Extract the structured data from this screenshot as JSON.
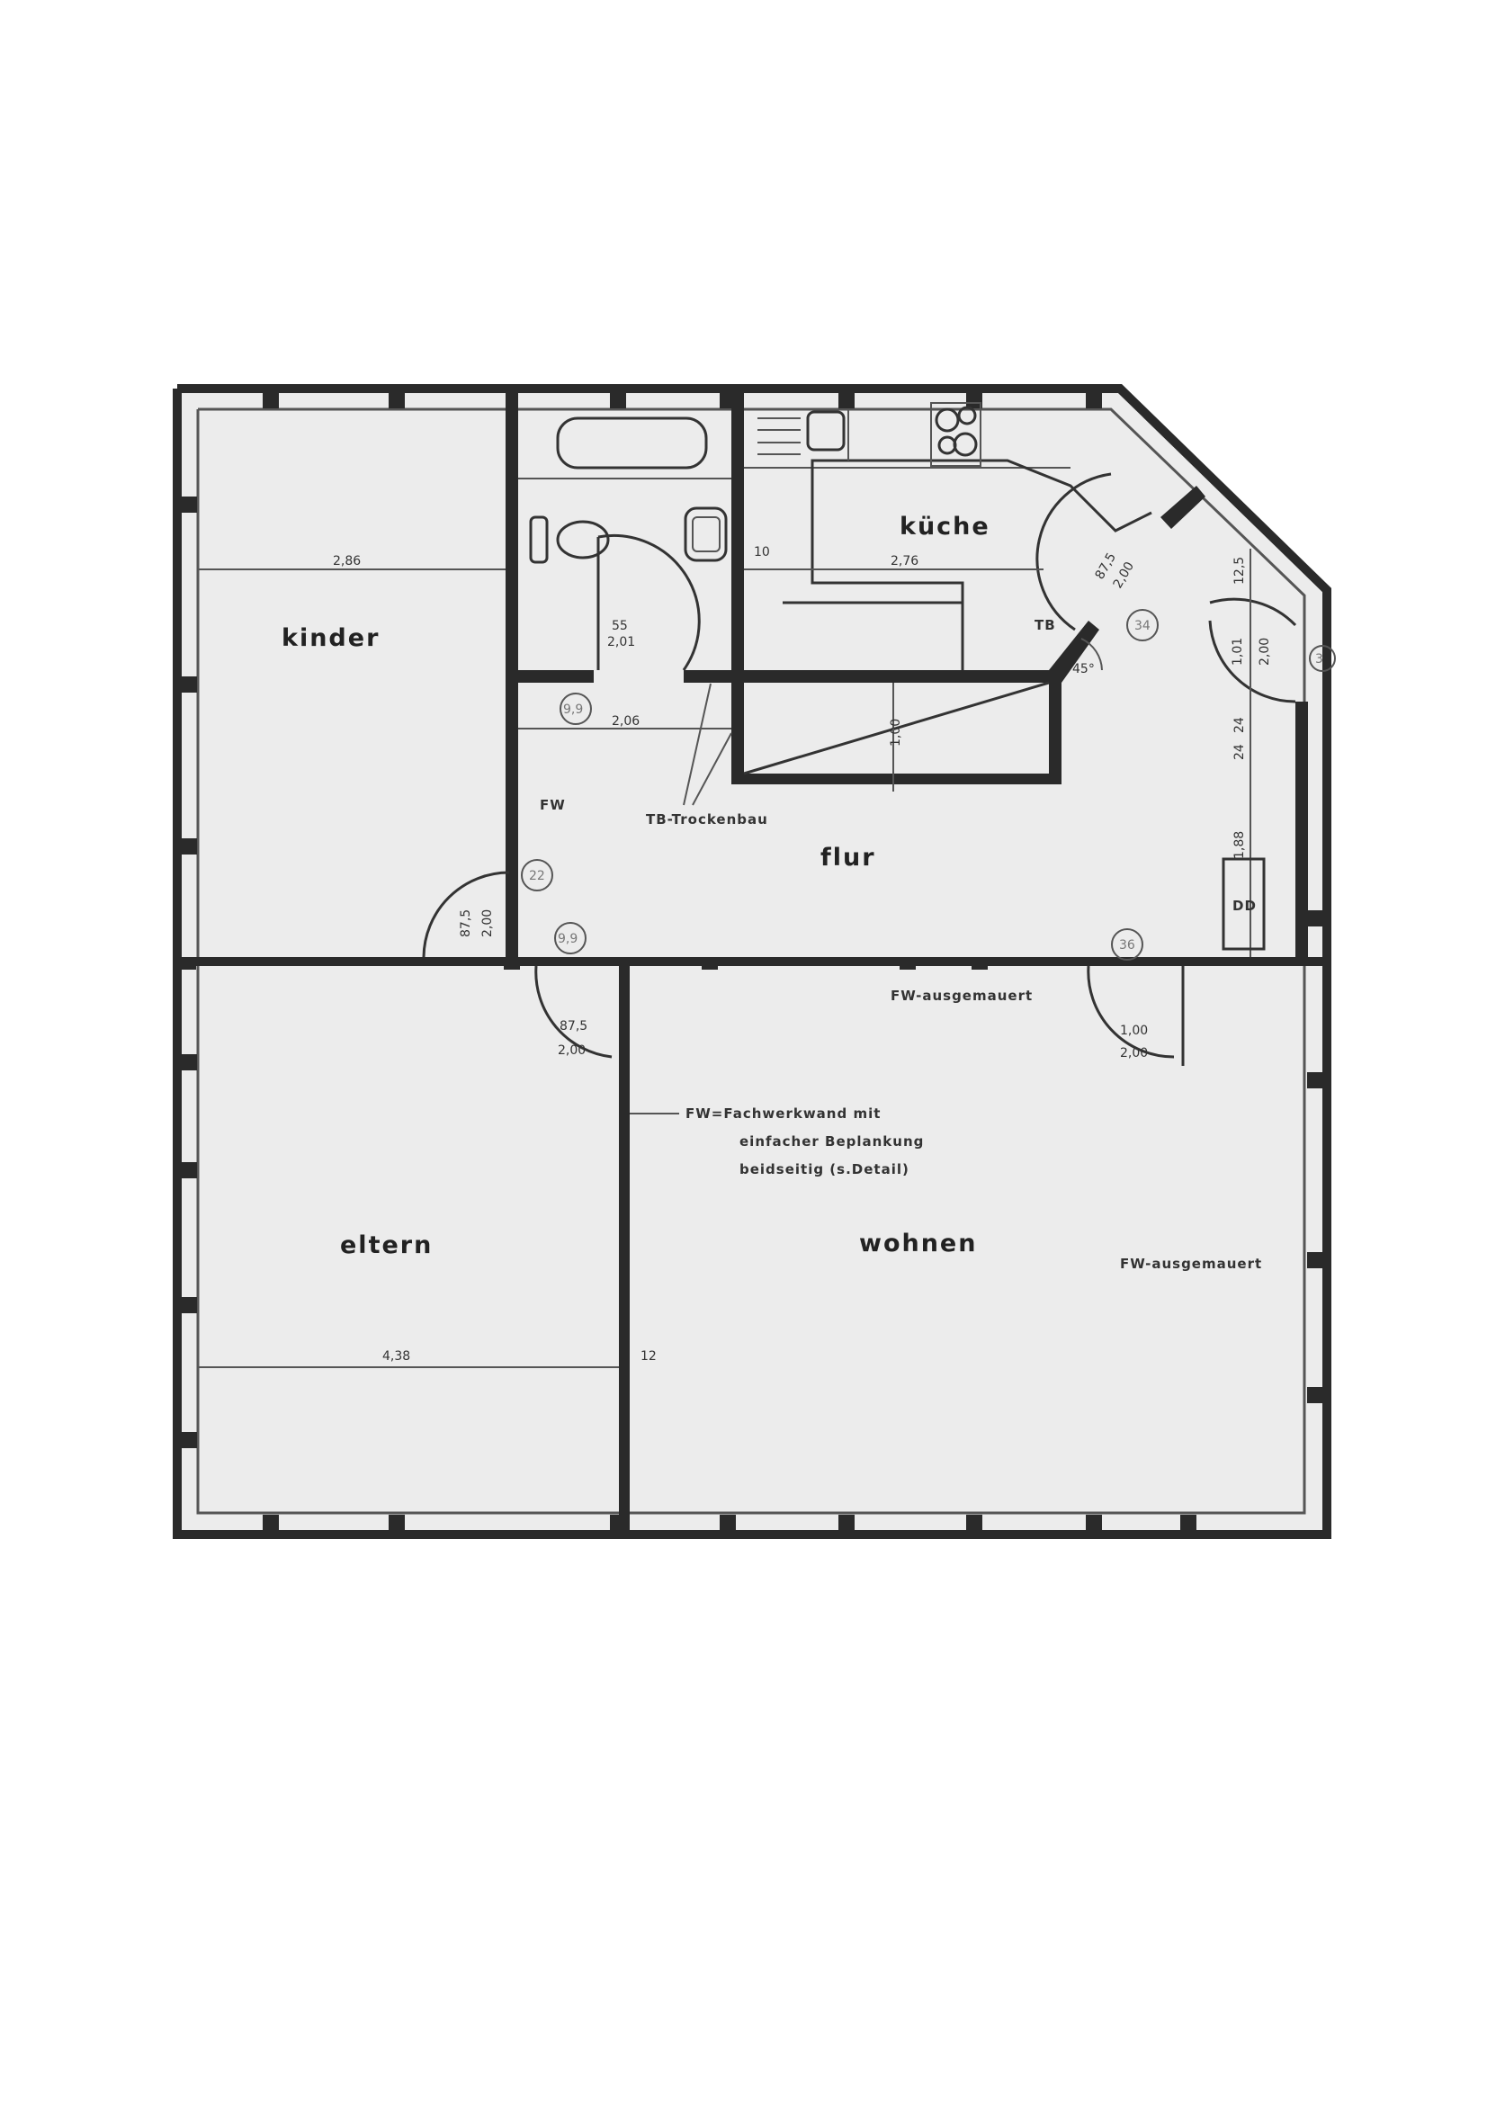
{
  "rooms": {
    "kinder": "kinder",
    "kueche": "küche",
    "flur": "flur",
    "eltern": "eltern",
    "wohnen": "wohnen"
  },
  "notes": {
    "fw_short": "FW",
    "tb_trockenbau": "TB-Trockenbau",
    "tb": "TB",
    "fw_ausgemauert_top": "FW-ausgemauert",
    "fw_ausgemauert_right": "FW-ausgemauert",
    "fw_line1": "FW=Fachwerkwand mit",
    "fw_line2": "einfacher Beplankung",
    "fw_line3": "beidseitig (s.Detail)",
    "dd": "DD"
  },
  "dimensions": {
    "kinder_width": "2,86",
    "kueche_width": "2,76",
    "eltern_width": "4,38",
    "wall_12": "12",
    "wall_10": "10",
    "flur_206": "2,06",
    "stair_100": "1,00",
    "angle": "45°",
    "bath_door_top": "55",
    "bath_door_bottom": "2,01",
    "kinder_door_top": "87,5",
    "kinder_door_bottom": "2,00",
    "eltern_door_top": "87,5",
    "eltern_door_bottom": "2,00",
    "kueche_door_top": "87,5",
    "kueche_door_bottom": "2,00",
    "wohnen_door_top": "1,00",
    "wohnen_door_bottom": "2,00",
    "entry_door_top": "1,01",
    "entry_door_bottom": "2,00",
    "entry_125": "12,5",
    "entry_24a": "24",
    "entry_24b": "24",
    "entry_188": "1,88"
  },
  "circled_numbers": [
    "22",
    "9,9",
    "9,9",
    "34",
    "36",
    "3"
  ]
}
